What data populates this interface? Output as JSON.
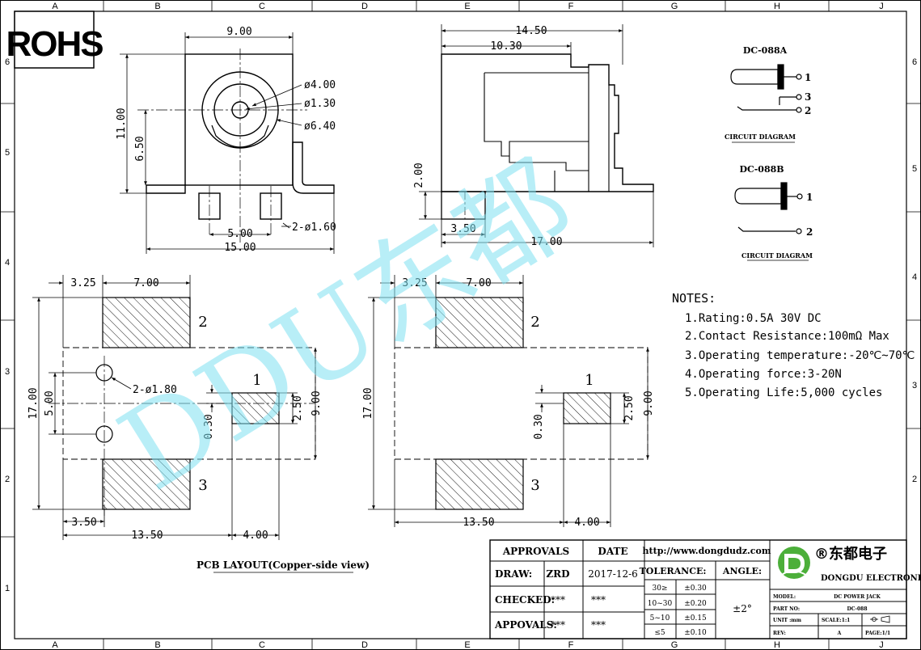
{
  "rohs": "ROHS",
  "watermark": "DDU东都",
  "zones": {
    "cols": [
      "A",
      "B",
      "C",
      "D",
      "E",
      "F",
      "G",
      "H",
      "J"
    ],
    "rows": [
      "6",
      "5",
      "4",
      "3",
      "2",
      "1"
    ]
  },
  "front_view": {
    "dim_width": "9.00",
    "dim_height": "11.00",
    "dim_center": "6.50",
    "dim_d400": "ø4.00",
    "dim_d130": "ø1.30",
    "dim_d640": "ø6.40",
    "dim_pitch": "5.00",
    "dim_total": "15.00",
    "dim_pins": "2-ø1.60"
  },
  "side_view": {
    "dim_length": "14.50",
    "dim_body": "10.30",
    "dim_height": "2.00",
    "dim_offset": "3.50",
    "dim_total": "17.00"
  },
  "circuits": [
    {
      "title": "DC-088A",
      "pins": [
        "1",
        "3",
        "2"
      ],
      "caption": "CIRCUIT DIAGRAM"
    },
    {
      "title": "DC-088B",
      "pins": [
        "1",
        "2"
      ],
      "caption": "CIRCUIT DIAGRAM"
    }
  ],
  "notes": {
    "title": "NOTES:",
    "items": [
      "1.Rating:0.5A 30V DC",
      "2.Contact Resistance:100mΩ Max",
      "3.Operating temperature:-20℃~70℃",
      "4.Operating force:3-20N",
      "5.Operating Life:5,000 cycles"
    ]
  },
  "pcb_left": {
    "dim_325": "3.25",
    "dim_700": "7.00",
    "pad_2": "2",
    "pad_1": "1",
    "pad_3": "3",
    "dim_holes": "2-ø1.80",
    "dim_1700": "17.00",
    "dim_500": "5.00",
    "dim_030": "0.30",
    "dim_250": "2.50",
    "dim_900": "9.00",
    "dim_350": "3.50",
    "dim_1350": "13.50",
    "dim_400": "4.00"
  },
  "pcb_right": {
    "dim_325": "3.25",
    "dim_700": "7.00",
    "pad_2": "2",
    "pad_1": "1",
    "pad_3": "3",
    "dim_1700": "17.00",
    "dim_030": "0.30",
    "dim_250": "2.50",
    "dim_900": "9.00",
    "dim_1350": "13.50",
    "dim_400": "4.00"
  },
  "pcb_caption": "PCB LAYOUT(Copper-side view)",
  "title_block": {
    "approvals": "APPROVALS",
    "date": "DATE",
    "draw_label": "DRAW:",
    "draw_name": "ZRD",
    "draw_date": "2017-12-6",
    "checked_label": "CHECKED:",
    "checked_name": "***",
    "checked_date": "***",
    "appovals_label": "APPOVALS:",
    "appovals_name": "***",
    "appovals_date": "***",
    "url": "http://www.dongdudz.com",
    "tolerance": "TOLERANCE:",
    "angle": "ANGLE:",
    "angle_value": "±2°",
    "tol_rows": [
      {
        "range": "30≥",
        "value": "±0.30"
      },
      {
        "range": "10~30",
        "value": "±0.20"
      },
      {
        "range": "5~10",
        "value": "±0.15"
      },
      {
        "range": "≤5",
        "value": "±0.10"
      }
    ],
    "company_cn": "®东都电子",
    "company_en": "DONGDU ELECTRONICS",
    "model_label": "MODEL:",
    "model_value": "DC POWER JACK",
    "part_label": "PART NO:",
    "part_value": "DC-088",
    "unit_label": "UNIT :mm",
    "scale_label": "SCALE:1:1",
    "rev_label": "REV:",
    "rev_value": "A",
    "page_label": "PAGE:1/1"
  }
}
